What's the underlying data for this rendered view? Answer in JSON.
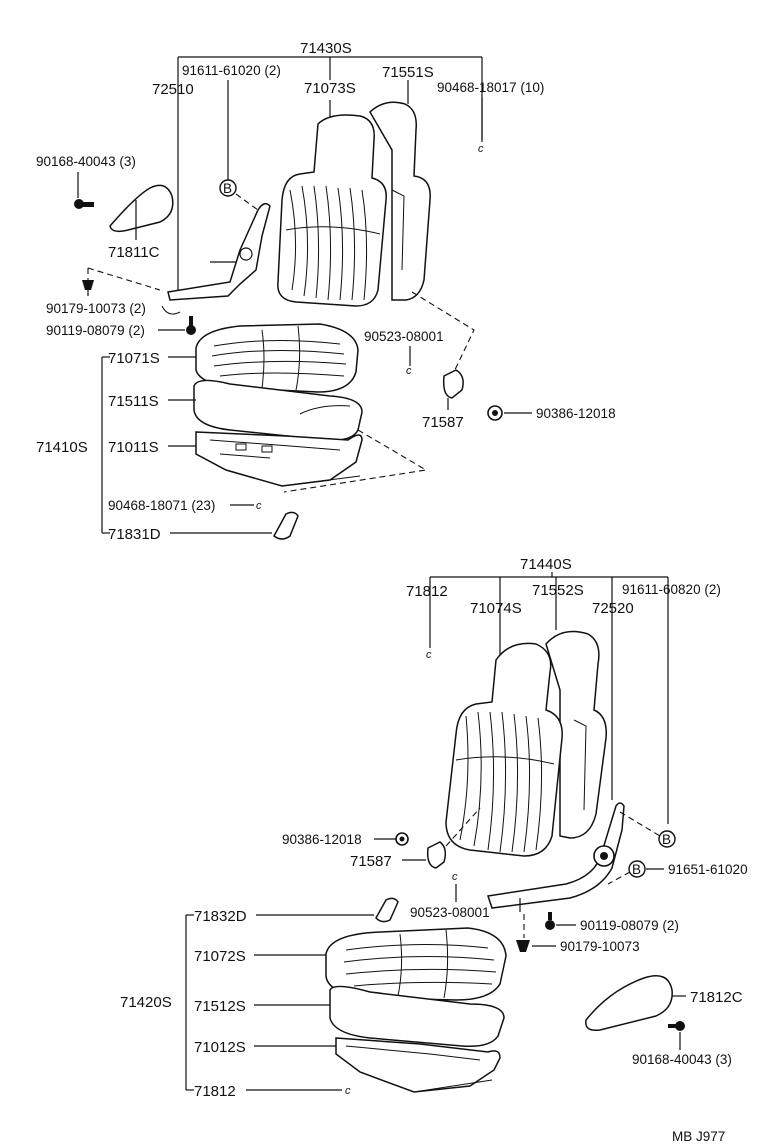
{
  "upper_assembly": {
    "group_label": "71430S",
    "callouts": {
      "p72510": "72510",
      "p91611_61020": "91611-61020 (2)",
      "p71073S": "71073S",
      "p71551S": "71551S",
      "p90468_18017": "90468-18017 (10)",
      "p90168_40043": "90168-40043 (3)",
      "p71811C": "71811C",
      "p90179_10073": "90179-10073 (2)",
      "p90119_08079": "90119-08079 (2)",
      "p90523_08001": "90523-08001",
      "p71587": "71587",
      "p90386_12018": "90386-12018",
      "p90468_18071": "90468-18071 (23)",
      "p71831D": "71831D"
    },
    "cushion_group_label": "71410S",
    "cushion_items": {
      "p71071S": "71071S",
      "p71511S": "71511S",
      "p71011S": "71011S"
    },
    "ref_marker": "B",
    "clip_marker": "c"
  },
  "lower_assembly": {
    "group_label": "71440S",
    "callouts": {
      "p71812_top": "71812",
      "p71074S": "71074S",
      "p71552S": "71552S",
      "p72520": "72520",
      "p91611_60820": "91611-60820 (2)",
      "p90386_12018": "90386-12018",
      "p71587": "71587",
      "p91651_61020": "91651-61020",
      "p90523_08001": "90523-08001",
      "p90119_08079": "90119-08079 (2)",
      "p90179_10073": "90179-10073",
      "p71812C": "71812C",
      "p90168_40043": "90168-40043 (3)",
      "p71832D": "71832D"
    },
    "cushion_group_label": "71420S",
    "cushion_items": {
      "p71072S": "71072S",
      "p71512S": "71512S",
      "p71012S": "71012S",
      "p71812": "71812"
    },
    "ref_marker": "B",
    "clip_marker": "c"
  },
  "footer": {
    "code": "MB  J977"
  }
}
